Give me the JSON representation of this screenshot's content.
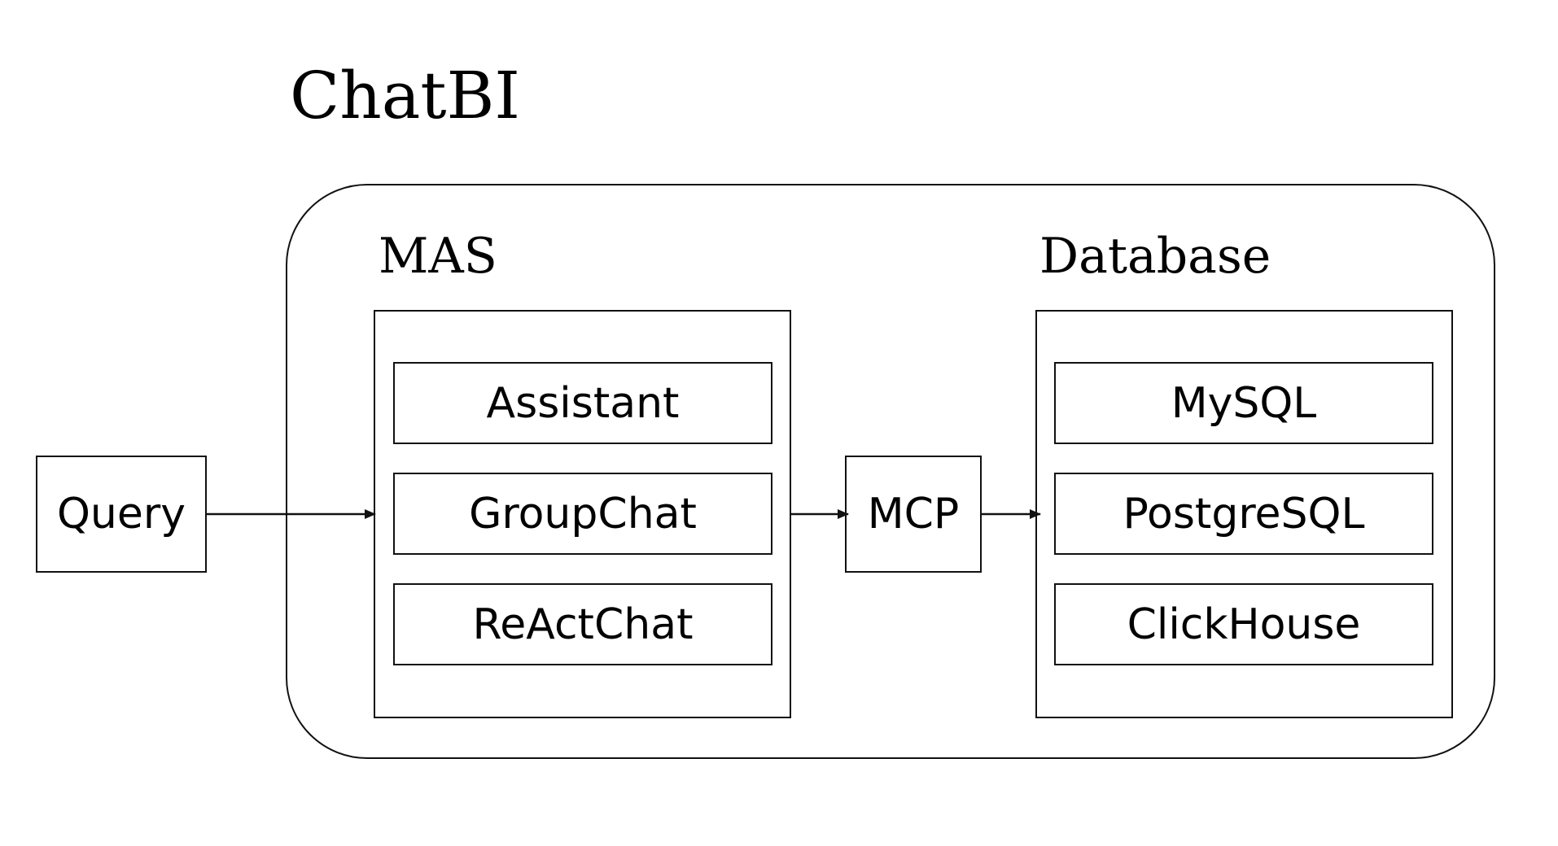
{
  "title": "ChatBI",
  "input": {
    "label": "Query"
  },
  "mas": {
    "title": "MAS",
    "items": [
      "Assistant",
      "GroupChat",
      "ReActChat"
    ]
  },
  "connector": {
    "label": "MCP"
  },
  "database": {
    "title": "Database",
    "items": [
      "MySQL",
      "PostgreSQL",
      "ClickHouse"
    ]
  },
  "colors": {
    "stroke": "#111111",
    "background": "#ffffff"
  },
  "icons": {
    "arrowheads": "arrow-right-icon"
  }
}
